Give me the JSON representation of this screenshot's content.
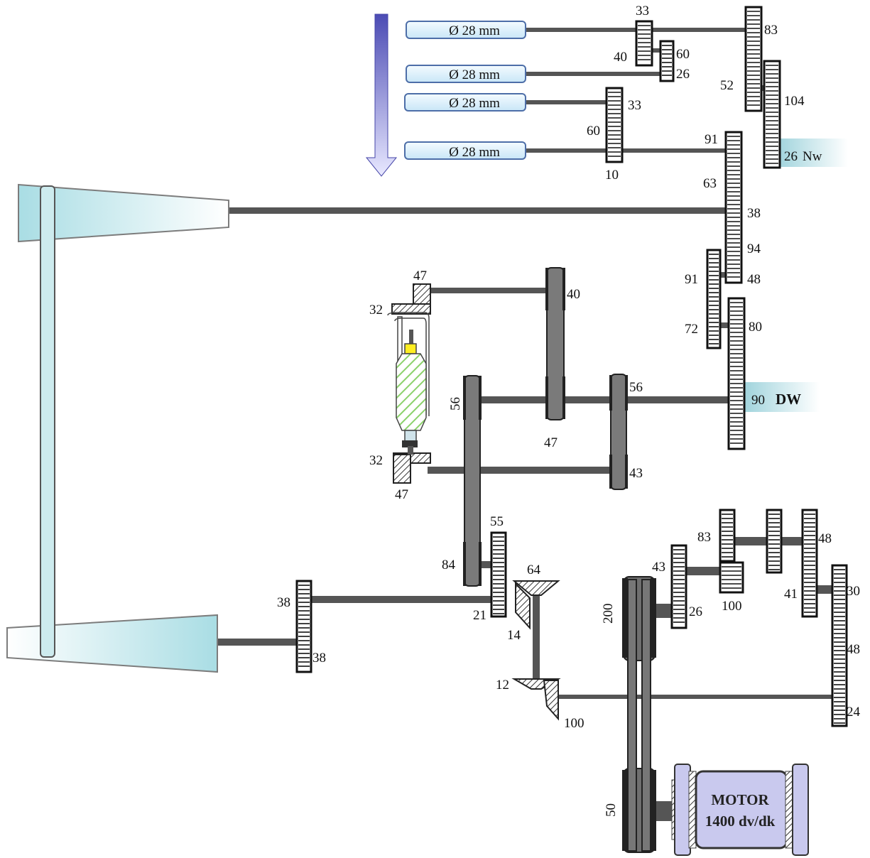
{
  "rods": [
    "Ø 28 mm",
    "Ø 28 mm",
    "Ø 28 mm",
    "Ø 28 mm"
  ],
  "gear_labels": {
    "g33a": "33",
    "g83": "83",
    "g40a": "40",
    "g60a": "60",
    "g26a": "26",
    "g52": "52",
    "g104": "104",
    "g33b": "33",
    "g60b": "60",
    "g91a": "91",
    "g10": "10",
    "g63": "63",
    "g38a": "38",
    "g94": "94",
    "g91b": "91",
    "g48a": "48",
    "g72": "72",
    "g80": "80",
    "g47a": "47",
    "g32a": "32",
    "g40b": "40",
    "g56a": "56",
    "g56b": "56",
    "g47b": "47",
    "g32b": "32",
    "g47c": "47",
    "g43a": "43",
    "g55": "55",
    "g84": "84",
    "g64": "64",
    "g21": "21",
    "g14": "14",
    "g38b": "38",
    "g38c": "38",
    "g12": "12",
    "g100a": "100",
    "g83b": "83",
    "g48b": "48",
    "g43b": "43",
    "g100b": "100",
    "g41": "41",
    "g30": "30",
    "g26b": "26",
    "g200": "200",
    "g48c": "48",
    "g24": "24",
    "g50": "50"
  },
  "callouts": {
    "nw_number": "26",
    "nw_text": "Nw",
    "dw_number": "90",
    "dw_text": "DW"
  },
  "motor": {
    "line1": "MOTOR",
    "line2": "1400 dv/dk"
  },
  "colors": {
    "shaft": "#555555",
    "pulley": "#7a7a7a",
    "rod_fill": "#dceffb",
    "rod_stroke": "#4d6ea8",
    "teal": "#bfe4ea",
    "arrow": "#5a5ac0",
    "motor": "#c9c9ee"
  }
}
